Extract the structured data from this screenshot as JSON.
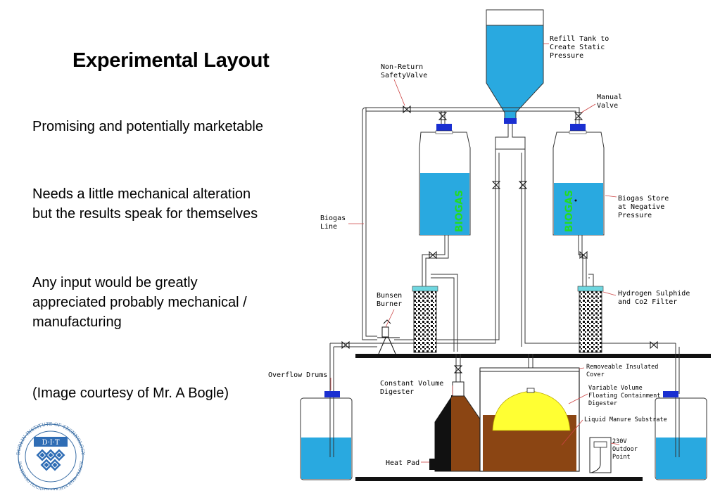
{
  "slide": {
    "title": "Experimental Layout",
    "bullets": [
      "Promising and potentially marketable",
      "Needs a little mechanical alteration but the results speak for themselves",
      "Any input would be greatly appreciated probably mechanical / manufacturing"
    ],
    "credit": "(Image courtesy of Mr. A Bogle)"
  },
  "logo": {
    "ring_text_top": "DUBLIN INSTITUTE OF TECHNOLOGY",
    "ring_text_bottom": "INSTITIÚID TEICNEOLAÍOCHTA ÁTHA CLIATH",
    "monogram": "D·I·T"
  },
  "diagram": {
    "labels": {
      "refill_tank": [
        "Refill Tank to",
        "Create Static",
        "Pressure"
      ],
      "non_return_valve": [
        "Non-Return",
        "SafetyValve"
      ],
      "manual_valve": [
        "Manual",
        "Valve"
      ],
      "biogas_line": [
        "Biogas",
        "Line"
      ],
      "biogas_store": [
        "Biogas Store",
        "at Negative",
        "Pressure"
      ],
      "bunsen_burner": [
        "Bunsen",
        "Burner"
      ],
      "h2s_filter": [
        "Hydrogen Sulphide",
        "and Co2 Filter"
      ],
      "overflow_drums": "Overflow Drums",
      "constant_volume": [
        "Constant Volume",
        "Digester"
      ],
      "removable_cover": [
        "Removeable Insulated",
        "Cover"
      ],
      "variable_volume": [
        "Variable Volume",
        "Floating Containment",
        "Digester"
      ],
      "liquid_manure": "Liquid Manure Substrate",
      "outdoor_point": [
        "230V",
        "Outdoor",
        "Point"
      ],
      "heat_pad": "Heat Pad",
      "vertical_text": "BIOGAS"
    },
    "colors": {
      "water": "#29a9e0",
      "cap": "#1a2fd1",
      "filter_cap": "#6fd7e0",
      "substrate": "#8b4513",
      "dome": "#ffff33",
      "text_green": "#22dd22"
    }
  }
}
